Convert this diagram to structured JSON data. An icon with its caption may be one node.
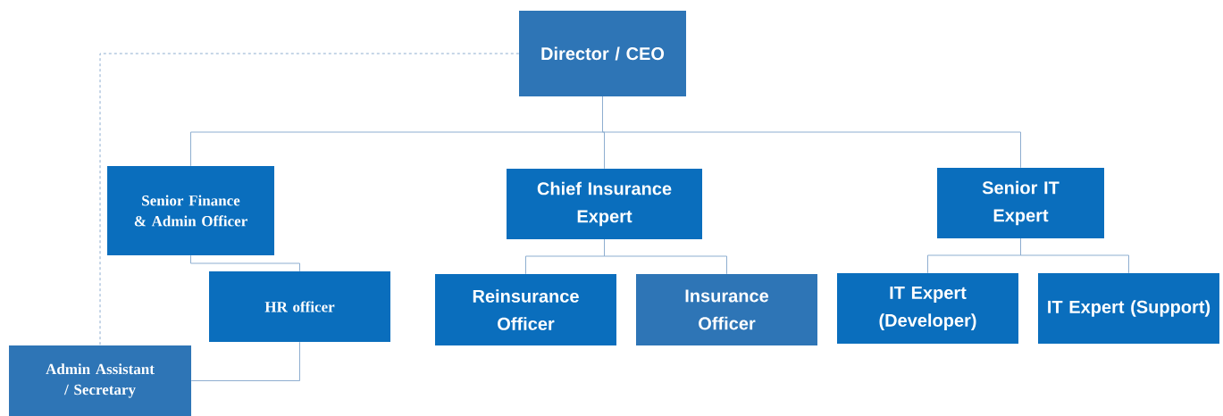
{
  "diagram": {
    "nodes": [
      {
        "text": [
          "Director / CEO"
        ]
      },
      {
        "text": [
          "Senior Finance & Admin Officer"
        ]
      },
      {
        "text": [
          "Chief Insurance Expert"
        ]
      },
      {
        "text": [
          "Senior IT Expert"
        ]
      },
      {
        "text": [
          "HR officer"
        ]
      },
      {
        "text": [
          "Reinsurance Officer"
        ]
      },
      {
        "text": [
          "Insurance Officer"
        ]
      },
      {
        "text": [
          "IT Expert (Developer)"
        ]
      },
      {
        "text": [
          "IT Expert (Support)"
        ]
      },
      {
        "text": [
          "Admin Assistant / Secretary"
        ]
      }
    ],
    "edges": [
      {
        "from": 0,
        "to": 1,
        "arrow": "none"
      },
      {
        "from": 0,
        "to": 2,
        "arrow": "none"
      },
      {
        "from": 0,
        "to": 3,
        "arrow": "none"
      },
      {
        "from": 1,
        "to": 4,
        "arrow": "none"
      },
      {
        "from": 2,
        "to": 5,
        "arrow": "none"
      },
      {
        "from": 2,
        "to": 6,
        "arrow": "none"
      },
      {
        "from": 3,
        "to": 7,
        "arrow": "none"
      },
      {
        "from": 3,
        "to": 8,
        "arrow": "none"
      },
      {
        "from": 4,
        "to": 9,
        "arrow": "none"
      },
      {
        "from": 0,
        "to": 9,
        "arrow": "none",
        "style": "dashed"
      }
    ]
  }
}
